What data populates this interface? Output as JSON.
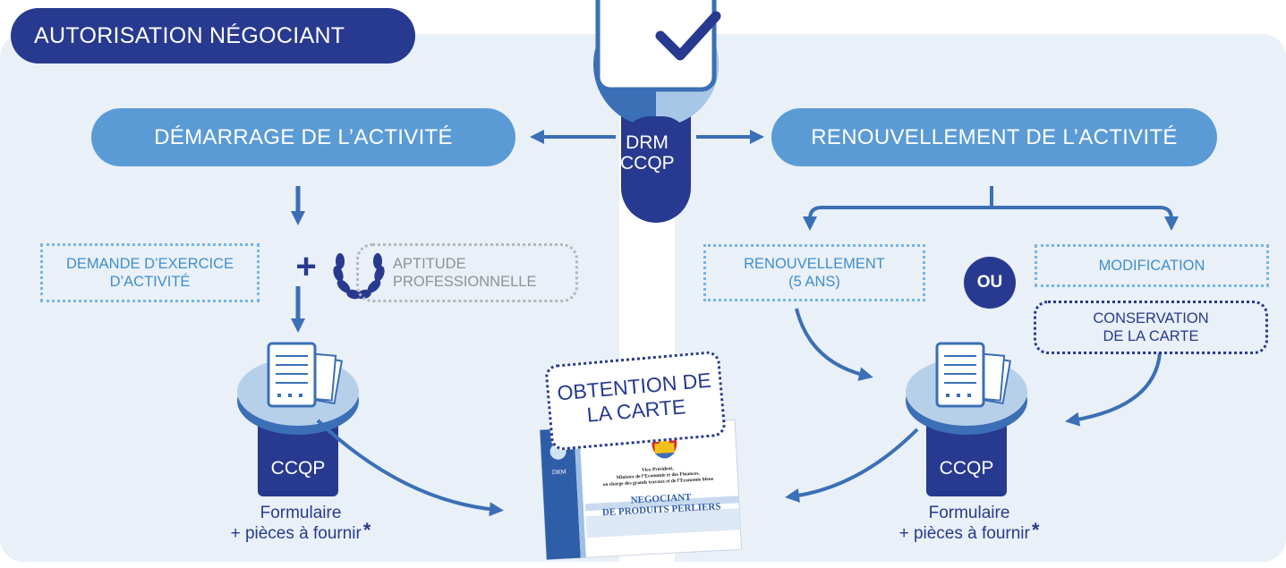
{
  "header": {
    "title": "AUTORISATION NÉGOCIANT"
  },
  "center": {
    "drm": "DRM",
    "ccqp": "CCQP"
  },
  "start": {
    "label": "DÉMARRAGE DE L’ACTIVITÉ",
    "request_line1": "DEMANDE D’EXERCICE",
    "request_line2": "D’ACTIVITÉ",
    "plus": "+",
    "aptitude_line1": "APTITUDE",
    "aptitude_line2": "PROFESSIONNELLE",
    "desk": "CCQP",
    "caption_line1": "Formulaire",
    "caption_line2": "+ pièces à fournir",
    "asterisk": "*"
  },
  "renewal": {
    "label": "RENOUVELLEMENT DE L’ACTIVITÉ",
    "renew_line1": "RENOUVELLEMENT",
    "renew_line2": "(5 ANS)",
    "or": "OU",
    "modification": "MODIFICATION",
    "conservation_line1": "CONSERVATION",
    "conservation_line2": "DE LA CARTE",
    "desk": "CCQP",
    "caption_line1": "Formulaire",
    "caption_line2": "+ pièces à fournir",
    "asterisk": "*"
  },
  "card": {
    "title_line1": "OBTENTION DE",
    "title_line2": "LA CARTE",
    "drm": "DRM",
    "ministry_line1": "Vice-Président,",
    "ministry_line2": "Ministre de l’Economie et des Finances,",
    "ministry_line3": "en charge des grands travaux et de l’Economie bleue",
    "name_line1": "NEGOCIANT",
    "name_line2": "DE PRODUITS PERLIERS"
  },
  "colors": {
    "navy": "#273a8f",
    "blue": "#3b6fb6",
    "pill": "#5b9bd5",
    "light": "#e9f0f7",
    "dotted_blue": "#73b7e2",
    "dotted_gray": "#b5b7bb"
  }
}
